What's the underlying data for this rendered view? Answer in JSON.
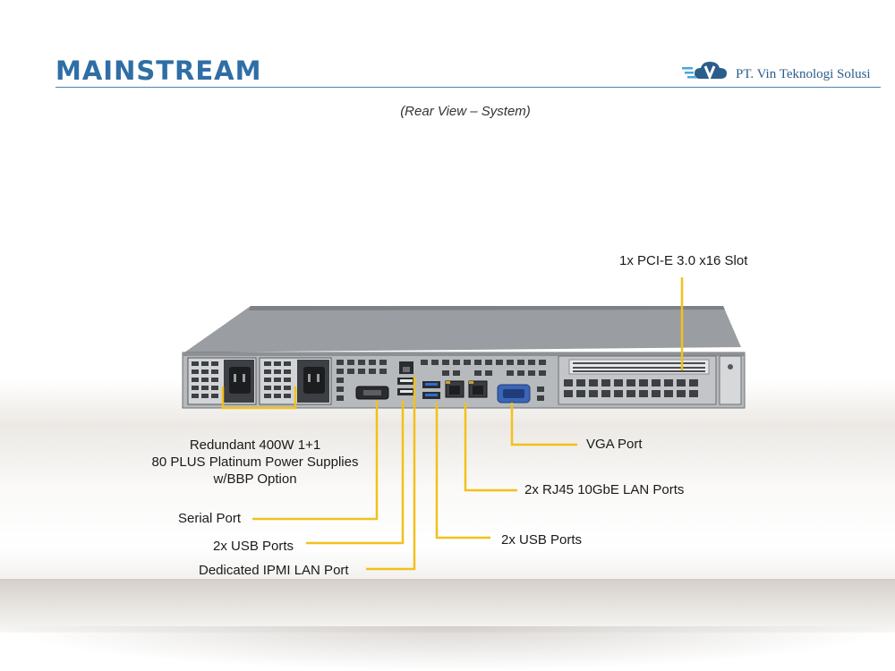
{
  "header": {
    "title": "MAINSTREAM",
    "company": "PT. Vin Teknologi Solusi",
    "accent_color": "#2f6ea6"
  },
  "subtitle": "(Rear View – System)",
  "callouts": {
    "pcie": "1x PCI-E 3.0 x16 Slot",
    "vga": "VGA Port",
    "rj45": "2x RJ45 10GbE LAN Ports",
    "usb_right": "2x USB Ports",
    "psu_line1": "Redundant  400W 1+1",
    "psu_line2": "80 PLUS Platinum  Power Supplies",
    "psu_line3": "w/BBP Option",
    "serial": "Serial Port",
    "usb_left": "2x USB Ports",
    "ipmi": "Dedicated IPMI  LAN Port",
    "leader_color": "#f2c11a"
  },
  "image": {
    "subject": "1U rack server rear panel",
    "icons": [
      "psu-module-icon",
      "serial-port-icon",
      "usb-port-icon",
      "rj45-port-icon",
      "vga-port-icon",
      "pcie-slot-icon"
    ]
  }
}
